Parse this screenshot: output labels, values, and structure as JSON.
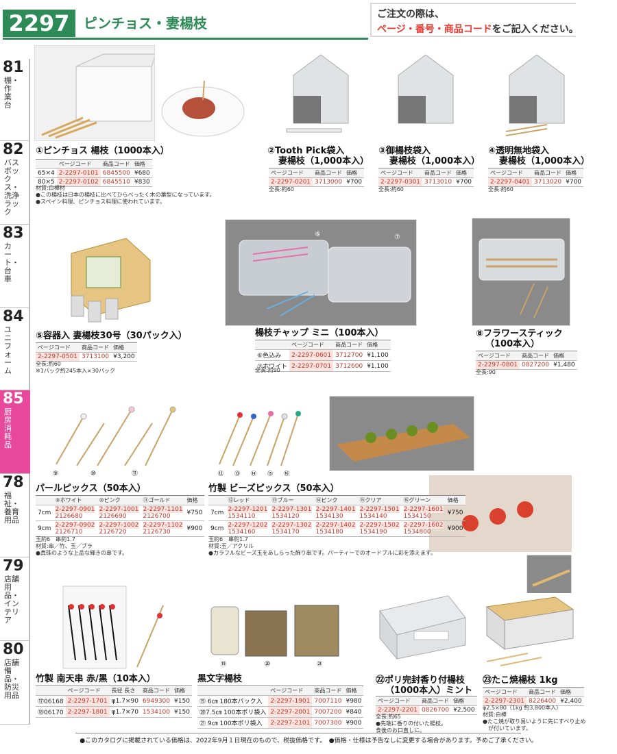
{
  "header": {
    "page_number": "2297",
    "title": "ピンチョス・妻楊枝",
    "notice_line1": "ご注文の際は、",
    "notice_red": "ページ・番号・商品コード",
    "notice_tail": "をご記入ください。"
  },
  "tabs": [
    {
      "num": "81",
      "label": "棚・作業台"
    },
    {
      "num": "82",
      "label": "バスボックス・洗浄ラック"
    },
    {
      "num": "83",
      "label": "カート・台車"
    },
    {
      "num": "84",
      "label": "ユニフォーム"
    },
    {
      "num": "85",
      "label": "厨房消耗品"
    },
    {
      "num": "78",
      "label": "福祉・養育用品"
    },
    {
      "num": "79",
      "label": "店舗用品・インテリア"
    },
    {
      "num": "80",
      "label": "店舗備品・防災用品"
    }
  ],
  "p1": {
    "title": "①ピンチョス 楊枝（1000本入）",
    "headers": [
      "",
      "ページコード",
      "商品コード",
      "価格"
    ],
    "rows": [
      [
        "65×4",
        "2-2297-0101",
        "6845500",
        "¥680"
      ],
      [
        "80×5",
        "2-2297-0102",
        "6845510",
        "¥830"
      ]
    ],
    "notes": [
      "材質:白樺材",
      "●この楊枝は日本の楊枝に比べてひらべったく木の葉型になっています。",
      "●スペイン料理、ピンチョス料理に使われています。"
    ]
  },
  "p2": {
    "title1": "②Tooth Pick袋入",
    "title2": "妻楊枝（1,000本入）",
    "headers": [
      "ページコード",
      "商品コード",
      "価格"
    ],
    "row": [
      "2-2297-0201",
      "3713000",
      "¥700"
    ],
    "note": "全長:約60"
  },
  "p3": {
    "title1": "③御楊枝袋入",
    "title2": "妻楊枝（1,000本入）",
    "headers": [
      "ページコード",
      "商品コード",
      "価格"
    ],
    "row": [
      "2-2297-0301",
      "3713010",
      "¥700"
    ],
    "note": "全長:約60"
  },
  "p4": {
    "title1": "④透明無地袋入",
    "title2": "妻楊枝（1,000本入）",
    "headers": [
      "ページコード",
      "商品コード",
      "価格"
    ],
    "row": [
      "2-2297-0401",
      "3713020",
      "¥700"
    ],
    "note": "全長:約60"
  },
  "p5": {
    "title": "⑤容器入 妻楊枝30号（30パック入）",
    "headers": [
      "ページコード",
      "商品コード",
      "価格"
    ],
    "row": [
      "2-2297-0501",
      "3713100",
      "¥3,200"
    ],
    "notes": [
      "全長:約60",
      "※1パック約245本入×30パック"
    ]
  },
  "p67": {
    "title": "楊枝チャップ ミニ（100本入）",
    "img_labels": [
      "⑥",
      "⑦"
    ],
    "headers": [
      "",
      "ページコード",
      "商品コード",
      "価格"
    ],
    "rows": [
      [
        "⑥色込み",
        "2-2297-0601",
        "3712700",
        "¥1,100"
      ],
      [
        "⑦ホワイト",
        "2-2297-0701",
        "3712600",
        "¥1,100"
      ]
    ],
    "note": "全長:約90"
  },
  "p8": {
    "title1": "⑧フラワースティック",
    "title2": "（100本入）",
    "headers": [
      "ページコード",
      "商品コード",
      "価格"
    ],
    "row": [
      "2-2297-0801",
      "0827200",
      "¥1,480"
    ],
    "note": "全長:90"
  },
  "p911": {
    "title": "パールピックス（50本入）",
    "img_labels": [
      "⑨",
      "⑩",
      "⑪"
    ],
    "headers": [
      "",
      "⑨ホワイト",
      "⑩ピンク",
      "⑪ゴールド",
      "価格"
    ],
    "rows": [
      {
        "size": "7cm",
        "codes": [
          "2-2297-0901",
          "2-2297-1001",
          "2-2297-1101"
        ],
        "subs": [
          "2126680",
          "2126690",
          "2126700"
        ],
        "price": "¥750"
      },
      {
        "size": "9cm",
        "codes": [
          "2-2297-0902",
          "2-2297-1002",
          "2-2297-1102"
        ],
        "subs": [
          "2126710",
          "2126720",
          "2126730"
        ],
        "price": "¥900"
      }
    ],
    "notes": [
      "玉約6　串約1.7",
      "材質:串／竹、玉／ブラ",
      "●真珠のような上品な輝きの串です。"
    ]
  },
  "p1216": {
    "title": "竹製 ビーズピックス（50本入）",
    "img_labels": [
      "⑫",
      "⑬",
      "⑭",
      "⑮",
      "⑯"
    ],
    "headers": [
      "",
      "⑫レッド",
      "⑬ブルー",
      "⑭ピンク",
      "⑮クリア",
      "⑯グリーン",
      "価格"
    ],
    "rows": [
      {
        "size": "7cm",
        "codes": [
          "2-2297-1201",
          "2-2297-1301",
          "2-2297-1401",
          "2-2297-1501",
          "2-2297-1601"
        ],
        "subs": [
          "1534110",
          "1534120",
          "1534130",
          "1534140",
          "1534150"
        ],
        "price": "¥750"
      },
      {
        "size": "9cm",
        "codes": [
          "2-2297-1202",
          "2-2297-1302",
          "2-2297-1402",
          "2-2297-1502",
          "2-2297-1602"
        ],
        "subs": [
          "1534160",
          "1534170",
          "1534180",
          "1534190",
          "1534800"
        ],
        "price": "¥900"
      }
    ],
    "notes": [
      "玉約6　串約1.7",
      "材質:玉／アクリル",
      "●カラフルなビーズ玉をあしらった飾り串です。パーティーでのオードブルに彩を添えます。"
    ]
  },
  "p1718": {
    "title": "竹製 南天串 赤/黒（10本入）",
    "headers": [
      "",
      "ページコード",
      "長径 長さ",
      "商品コード",
      "価格"
    ],
    "rows": [
      [
        "⑰06168",
        "2-2297-1701",
        "φ1.7×90",
        "6949300",
        "¥150"
      ],
      [
        "⑱06170",
        "2-2297-1801",
        "φ1.7×70",
        "1534100",
        "¥150"
      ]
    ]
  },
  "p1921": {
    "title": "黒文字楊枝",
    "img_labels": [
      "⑲",
      "⑳",
      "㉑"
    ],
    "headers": [
      "",
      "ページコード",
      "商品コード",
      "価格"
    ],
    "rows": [
      [
        "⑲ 6㎝ 180本パック入",
        "2-2297-1901",
        "7007110",
        "¥980"
      ],
      [
        "⑳7.5㎝ 100本ポリ袋入",
        "2-2297-2001",
        "7007200",
        "¥840"
      ],
      [
        "㉑ 9㎝ 100本ポリ袋入",
        "2-2297-2101",
        "7007300",
        "¥900"
      ]
    ]
  },
  "p22": {
    "title1": "㉒ポリ完封香り付楊枝",
    "title2": "（1000本入）ミント",
    "headers": [
      "ページコード",
      "商品コード",
      "価格"
    ],
    "row": [
      "2-2297-2201",
      "0826700",
      "¥2,500"
    ],
    "notes": [
      "全長:約65",
      "●先端に香りの付いた楊枝。",
      "食後のお口直しに。"
    ]
  },
  "p23": {
    "title": "㉓たこ焼楊枝 1kg",
    "headers": [
      "ページコード",
      "商品コード",
      "価格"
    ],
    "row": [
      "2-2297-2301",
      "8226400",
      "¥2,400"
    ],
    "notes": [
      "φ2.5×80（1kg 約3,800本入）",
      "材質:白樺",
      "●たこ焼が取り易いように先にすべり止め",
      "　が付いています。"
    ]
  },
  "footer": "●このカタログに掲載されている価格は、2022年9月１日現在のもので、税抜価格です。　●価格・仕様は予告なしに変更する場合があります。予めご了承ください。"
}
